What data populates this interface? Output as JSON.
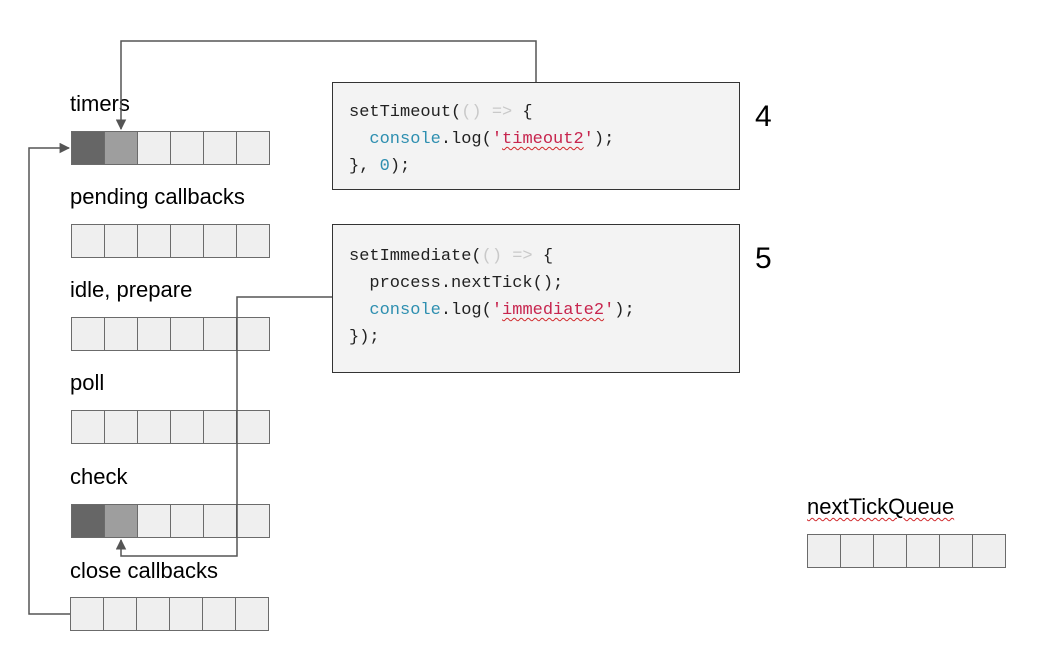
{
  "phases": [
    {
      "label": "timers",
      "cells": [
        "dark",
        "mid",
        "empty",
        "empty",
        "empty",
        "empty"
      ]
    },
    {
      "label": "pending callbacks",
      "cells": [
        "empty",
        "empty",
        "empty",
        "empty",
        "empty",
        "empty"
      ]
    },
    {
      "label": "idle, prepare",
      "cells": [
        "empty",
        "empty",
        "empty",
        "empty",
        "empty",
        "empty"
      ]
    },
    {
      "label": "poll",
      "cells": [
        "empty",
        "empty",
        "empty",
        "empty",
        "empty",
        "empty"
      ]
    },
    {
      "label": "check",
      "cells": [
        "dark",
        "mid",
        "empty",
        "empty",
        "empty",
        "empty"
      ]
    },
    {
      "label": "close callbacks",
      "cells": [
        "empty",
        "empty",
        "empty",
        "empty",
        "empty",
        "empty"
      ]
    }
  ],
  "next_tick_queue": {
    "label": "nextTickQueue",
    "cells": [
      "empty",
      "empty",
      "empty",
      "empty",
      "empty",
      "empty"
    ]
  },
  "code_blocks": [
    {
      "step": "4",
      "lines": [
        [
          {
            "t": "setTimeout(",
            "c": "plain"
          },
          {
            "t": "() =>",
            "c": "dim"
          },
          {
            "t": " {",
            "c": "plain"
          }
        ],
        [
          {
            "t": "  ",
            "c": "plain"
          },
          {
            "t": "console",
            "c": "blue"
          },
          {
            "t": ".log(",
            "c": "plain"
          },
          {
            "t": "'",
            "c": "str"
          },
          {
            "t": "timeout2",
            "c": "str-squiggle"
          },
          {
            "t": "'",
            "c": "str"
          },
          {
            "t": ");",
            "c": "plain"
          }
        ],
        [
          {
            "t": "}, ",
            "c": "plain"
          },
          {
            "t": "0",
            "c": "blue"
          },
          {
            "t": ");",
            "c": "plain"
          }
        ]
      ]
    },
    {
      "step": "5",
      "lines": [
        [
          {
            "t": "setImmediate(",
            "c": "plain"
          },
          {
            "t": "() =>",
            "c": "dim"
          },
          {
            "t": " {",
            "c": "plain"
          }
        ],
        [
          {
            "t": "  process.nextTick();",
            "c": "plain"
          }
        ],
        [
          {
            "t": "  ",
            "c": "plain"
          },
          {
            "t": "console",
            "c": "blue"
          },
          {
            "t": ".log(",
            "c": "plain"
          },
          {
            "t": "'",
            "c": "str"
          },
          {
            "t": "immediate2",
            "c": "str-squiggle"
          },
          {
            "t": "'",
            "c": "str"
          },
          {
            "t": ");",
            "c": "plain"
          }
        ],
        [
          {
            "t": "});",
            "c": "plain"
          }
        ]
      ]
    }
  ],
  "colors": {
    "cell_empty": "#efefef",
    "cell_dark": "#666666",
    "cell_mid": "#9e9e9e",
    "code_bg": "#f3f3f3",
    "arrow": "#555555"
  }
}
